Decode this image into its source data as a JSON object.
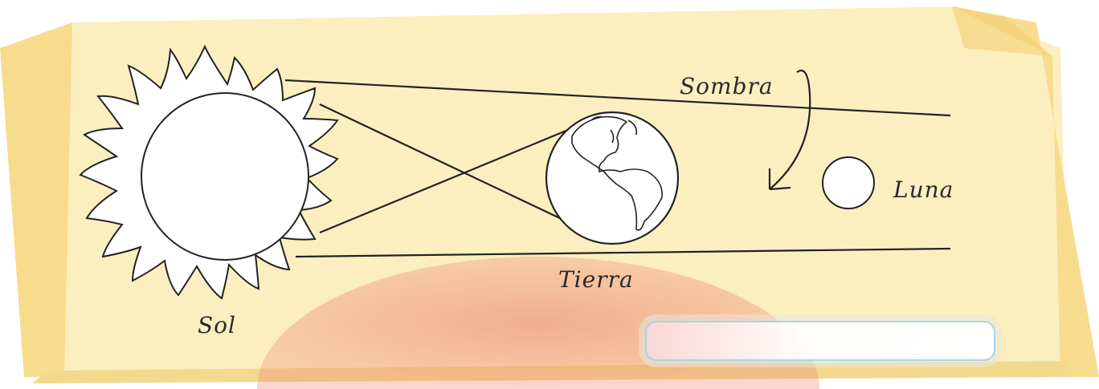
{
  "labels": {
    "sun": "Sol",
    "earth": "Tierra",
    "moon": "Luna",
    "shadow": "Sombra"
  },
  "answer_field": {
    "value": "",
    "placeholder": ""
  },
  "colors": {
    "paper": "#fcefbf",
    "paper_fold": "#f7dc8e",
    "watermark": "#e8776a",
    "ink": "#222222"
  }
}
